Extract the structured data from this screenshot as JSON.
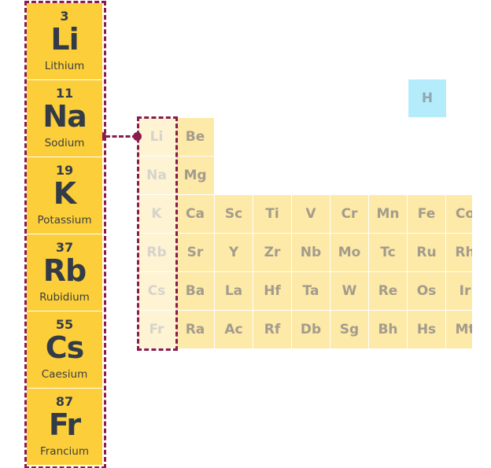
{
  "group1_elements": [
    {
      "number": "3",
      "symbol": "Li",
      "name": "Lithium"
    },
    {
      "number": "11",
      "symbol": "Na",
      "name": "Sodium"
    },
    {
      "number": "19",
      "symbol": "K",
      "name": "Potassium"
    },
    {
      "number": "37",
      "symbol": "Rb",
      "name": "Rubidium"
    },
    {
      "number": "55",
      "symbol": "Cs",
      "name": "Caesium"
    },
    {
      "number": "87",
      "symbol": "Fr",
      "name": "Francium"
    }
  ],
  "hydrogen": "H",
  "table_rows": [
    [
      "Li",
      "Be"
    ],
    [
      "Na",
      "Mg"
    ],
    [
      "K",
      "Ca",
      "Sc",
      "Ti",
      "V",
      "Cr",
      "Mn",
      "Fe",
      "Co"
    ],
    [
      "Rb",
      "Sr",
      "Y",
      "Zr",
      "Nb",
      "Mo",
      "Tc",
      "Ru",
      "Rh"
    ],
    [
      "Cs",
      "Ba",
      "La",
      "Hf",
      "Ta",
      "W",
      "Re",
      "Os",
      "Ir"
    ],
    [
      "Fr",
      "Ra",
      "Ac",
      "Rf",
      "Db",
      "Sg",
      "Bh",
      "Hs",
      "Mt"
    ]
  ],
  "colors": {
    "highlight": "#fccf3a",
    "table": "#fde9a8",
    "hydrogen": "#b5ecfb",
    "outline": "#8b1a4e",
    "text": "#333b48"
  }
}
